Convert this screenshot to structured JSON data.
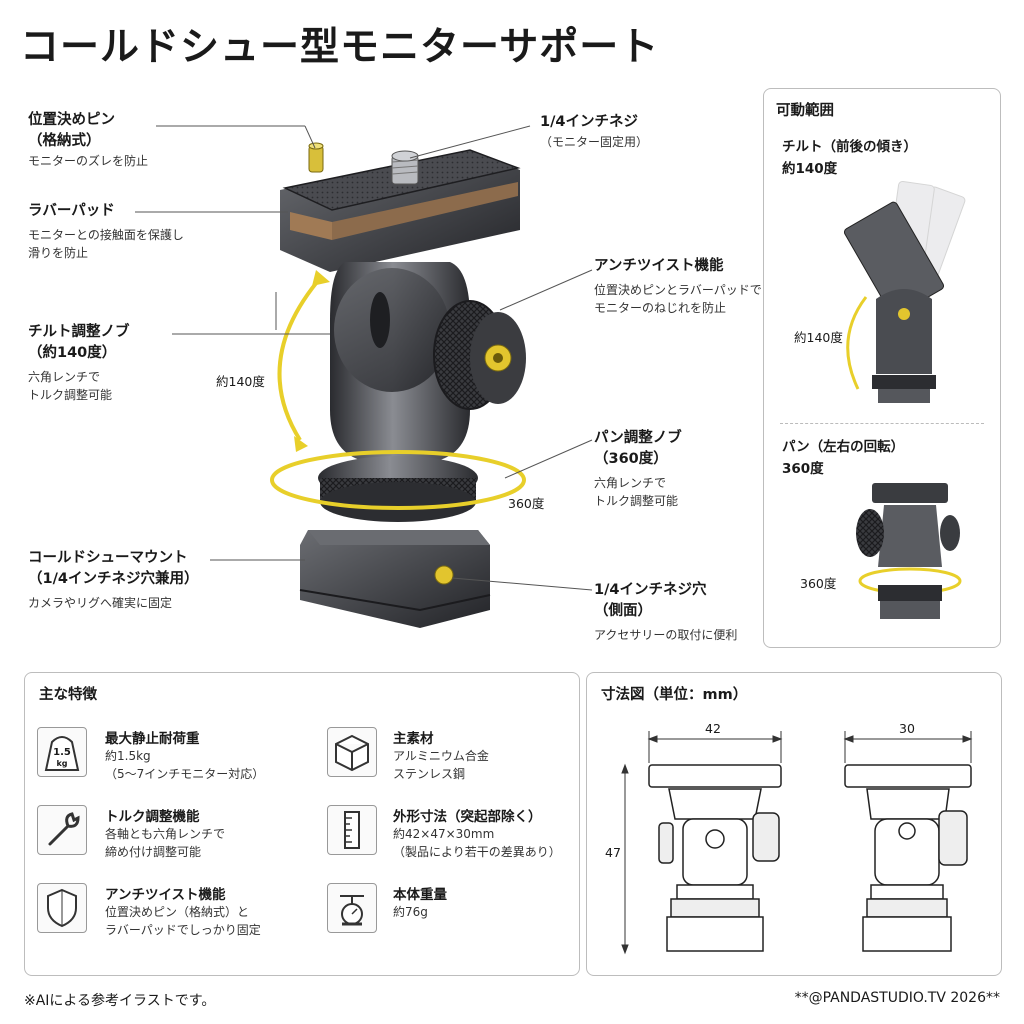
{
  "title": "コールドシュー型モニターサポート",
  "callouts": {
    "pin": {
      "title1": "位置決めピン",
      "title2": "（格納式）",
      "desc": "モニターのズレを防止"
    },
    "rubber": {
      "title": "ラバーパッド",
      "desc1": "モニターとの接触面を保護し",
      "desc2": "滑りを防止"
    },
    "tilt": {
      "title1": "チルト調整ノブ",
      "title2": "（約140度）",
      "desc1": "六角レンチで",
      "desc2": "トルク調整可能"
    },
    "tilt_angle": "約140度",
    "screw": {
      "title": "1/4インチネジ",
      "desc": "（モニター固定用）"
    },
    "antitwist": {
      "title": "アンチツイスト機能",
      "desc1": "位置決めピンとラバーパッドで",
      "desc2": "モニターのねじれを防止"
    },
    "pan": {
      "title1": "パン調整ノブ",
      "title2": "（360度）",
      "desc1": "六角レンチで",
      "desc2": "トルク調整可能"
    },
    "pan_angle": "360度",
    "shoe": {
      "title1": "コールドシューマウント",
      "title2": "（1/4インチネジ穴兼用）",
      "desc": "カメラやリグへ確実に固定"
    },
    "side_hole": {
      "title1": "1/4インチネジ穴",
      "title2": "（側面）",
      "desc": "アクセサリーの取付に便利"
    }
  },
  "range_panel": {
    "heading": "可動範囲",
    "tilt_title": "チルト（前後の傾き）",
    "tilt_value": "約140度",
    "tilt_label": "約140度",
    "pan_title": "パン（左右の回転）",
    "pan_value": "360度",
    "pan_label": "360度"
  },
  "features": {
    "heading": "主な特徴",
    "items": [
      {
        "title": "最大静止耐荷重",
        "desc1": "約1.5kg",
        "desc2": "（5〜7インチモニター対応）",
        "icon": "weight-icon",
        "icon_text1": "1.5",
        "icon_text2": "kg"
      },
      {
        "title": "主素材",
        "desc1": "アルミニウム合金",
        "desc2": "ステンレス鋼",
        "icon": "cube-icon"
      },
      {
        "title": "トルク調整機能",
        "desc1": "各軸とも六角レンチで",
        "desc2": "締め付け調整可能",
        "icon": "wrench-icon"
      },
      {
        "title": "外形寸法（突起部除く）",
        "desc1": "約42×47×30mm",
        "desc2": "（製品により若干の差異あり）",
        "icon": "ruler-icon"
      },
      {
        "title": "アンチツイスト機能",
        "desc1": "位置決めピン（格納式）と",
        "desc2": "ラバーパッドでしっかり固定",
        "icon": "shield-icon"
      },
      {
        "title": "本体重量",
        "desc1": "約76g",
        "desc2": "",
        "icon": "scale-icon"
      }
    ]
  },
  "dimensions": {
    "heading": "寸法図（単位：mm）",
    "width": "42",
    "depth": "30",
    "height": "47"
  },
  "footer": {
    "note": "※AIによる参考イラストです。",
    "credit": "**@PANDASTUDIO.TV 2026**"
  },
  "colors": {
    "accent": "#e8cf2a",
    "metal_dark": "#2e2f33",
    "metal_mid": "#55575c",
    "border": "#bdbdbd"
  }
}
